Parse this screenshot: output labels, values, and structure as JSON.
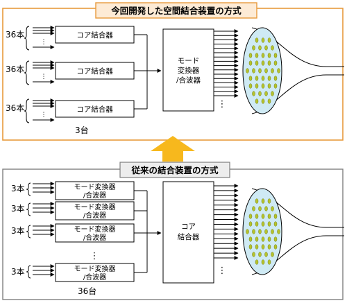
{
  "top": {
    "title": "今回開発した空間結合装置の方式",
    "input_count_label": "36本",
    "block_label": "コア結合器",
    "big_block_lines": [
      "モード",
      "変換器",
      "/合波器"
    ],
    "unit_count_label": "3台",
    "colors": {
      "frame": "#e89a3c",
      "title_fill": "#fdebd6",
      "cone": "#cfeaf4",
      "core": "#b7c42b"
    }
  },
  "bottom": {
    "title": "従来の結合装置の方式",
    "input_count_label": "3本",
    "block_lines": [
      "モード変換器",
      "/合波器"
    ],
    "big_block_lines": [
      "コア",
      "結合器"
    ],
    "unit_count_label": "36台",
    "colors": {
      "frame": "#7f7f7f",
      "title_fill": "#ededed"
    }
  },
  "arrow": {
    "color": "#f7b81d",
    "icon": "up-arrow-icon"
  }
}
